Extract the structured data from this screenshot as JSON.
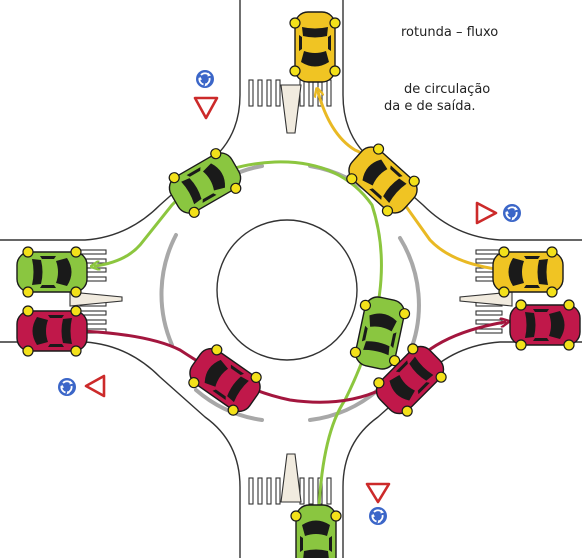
{
  "caption": {
    "line1": "rotunda – fluxo",
    "line2": "de circulação",
    "line3": "da e de saída."
  },
  "colors": {
    "background": "#ffffff",
    "road_edge": "#333333",
    "lane_marking": "#a8a8a8",
    "island_fill": "#f1ebdf",
    "yield_sign": "#cc2a2a",
    "roundabout_sign": "#3b66c8",
    "car_yellow": "#f0c423",
    "car_green": "#8ac640",
    "car_red": "#c0184a",
    "path_yellow": "#e9b924",
    "path_green": "#8cc63f",
    "path_red": "#a3163e",
    "wheel": "#f3e11a",
    "window": "#1a1a1a"
  },
  "icons": [
    "roundabout-sign-icon",
    "yield-triangle-icon"
  ]
}
